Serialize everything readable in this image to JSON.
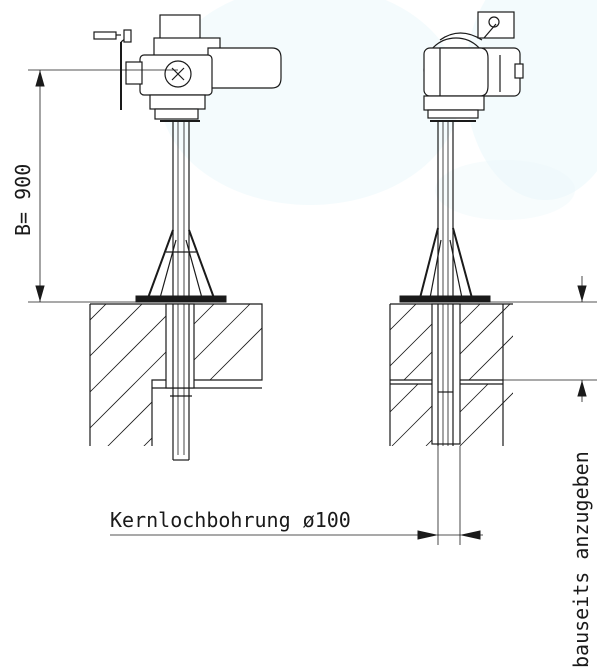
{
  "labels": {
    "height_dimension": "B= 900",
    "core_drilling": "Kernlochbohrung ø100",
    "site_specified": "bauseits anzugeben"
  }
}
